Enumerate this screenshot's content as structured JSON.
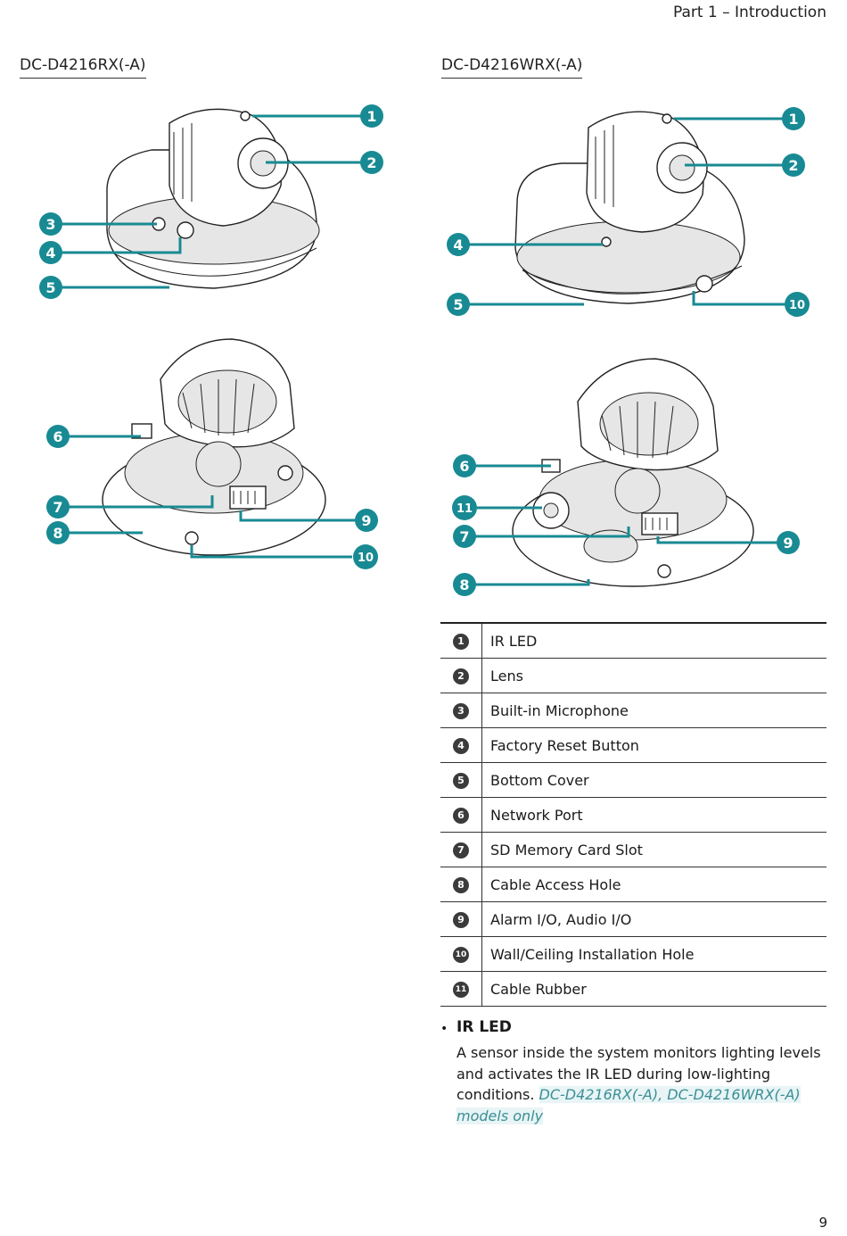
{
  "header": {
    "section": "Part 1 – Introduction"
  },
  "models": {
    "left_title": "DC-D4216RX(-A)",
    "right_title": "DC-D4216WRX(-A)"
  },
  "callouts": {
    "n1": "1",
    "n2": "2",
    "n3": "3",
    "n4": "4",
    "n5": "5",
    "n6": "6",
    "n7": "7",
    "n8": "8",
    "n9": "9",
    "n10": "10",
    "n11": "11"
  },
  "parts": [
    {
      "num": "1",
      "label": "IR LED"
    },
    {
      "num": "2",
      "label": "Lens"
    },
    {
      "num": "3",
      "label": "Built-in Microphone"
    },
    {
      "num": "4",
      "label": "Factory Reset Button"
    },
    {
      "num": "5",
      "label": "Bottom Cover"
    },
    {
      "num": "6",
      "label": "Network Port"
    },
    {
      "num": "7",
      "label": "SD Memory Card Slot"
    },
    {
      "num": "8",
      "label": "Cable Access Hole"
    },
    {
      "num": "9",
      "label": "Alarm I/O, Audio I/O"
    },
    {
      "num": "10",
      "label": "Wall/Ceiling Installation Hole"
    },
    {
      "num": "11",
      "label": "Cable Rubber"
    }
  ],
  "bullet": {
    "title": "IR LED",
    "body": "A sensor inside the system monitors lighting levels and activates the IR LED during low-lighting conditions.",
    "note": "DC-D4216RX(-A), DC-D4216WRX(-A) models only"
  },
  "page_number": "9",
  "colors": {
    "callout": "#188a93",
    "note_text": "#3a8f96"
  }
}
